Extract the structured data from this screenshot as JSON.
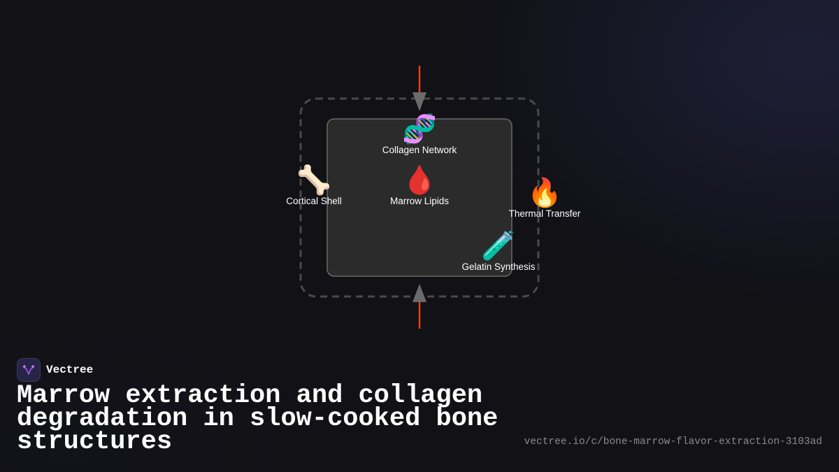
{
  "brand": {
    "name": "Vectree",
    "logo": "vectree-logo"
  },
  "title": "Marrow extraction and collagen degradation in slow-cooked bone structures",
  "url": "vectree.io/c/bone-marrow-flavor-extraction-3103ad",
  "colors": {
    "background": "#111116",
    "accent_arrow": "#e8420f",
    "arrowhead": "#6b6b6b",
    "inner_box": "#2b2b2b",
    "outer_dashed": "#4a4a4a"
  },
  "nodes": {
    "collagen": {
      "label": "Collagen Network",
      "icon": "dna-icon",
      "glyph": "🧬"
    },
    "marrow": {
      "label": "Marrow Lipids",
      "icon": "blood-drop-icon",
      "glyph": "🩸"
    },
    "cortical": {
      "label": "Cortical Shell",
      "icon": "bone-icon",
      "glyph": "🦴"
    },
    "thermal": {
      "label": "Thermal Transfer",
      "icon": "fire-icon",
      "glyph": "🔥"
    },
    "gelatin": {
      "label": "Gelatin Synthesis",
      "icon": "test-tube-icon",
      "glyph": "🧪"
    }
  }
}
